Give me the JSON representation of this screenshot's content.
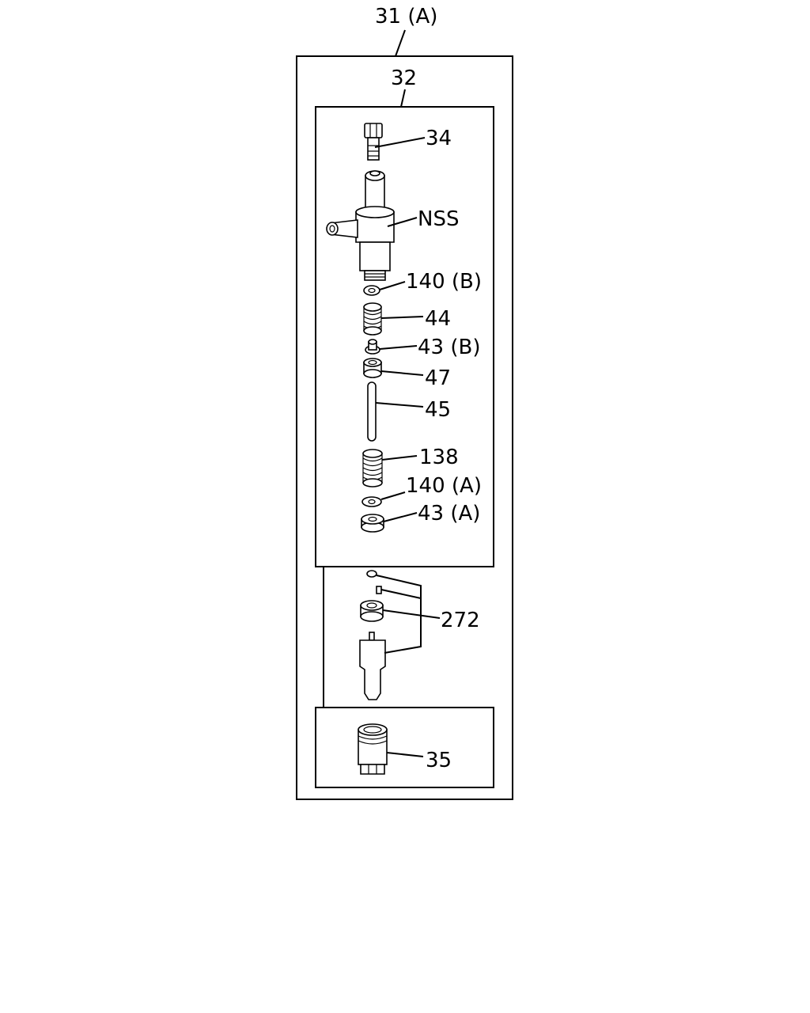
{
  "labels": {
    "assembly": "31 (A)",
    "holder": "32",
    "bolt": "34",
    "body": "NSS",
    "washer_b": "140 (B)",
    "spring_small": "44",
    "seat_b": "43 (B)",
    "cap": "47",
    "rod": "45",
    "spring_large": "138",
    "washer_a": "140 (A)",
    "seat_a": "43 (A)",
    "nozzle_kit": "272",
    "nut": "35"
  }
}
